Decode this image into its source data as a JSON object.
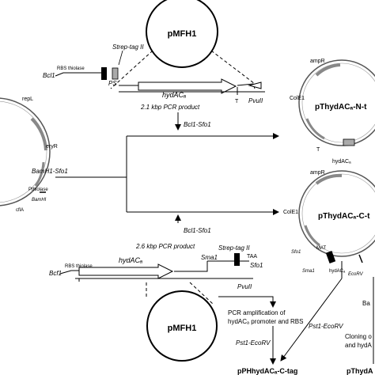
{
  "plasmids": {
    "pmfh1_top": "pMFH1",
    "pmfh1_bottom": "pMFH1",
    "n_tag": "pThydACₐ-N-t",
    "c_tag": "pThydACₐ-C-t"
  },
  "left_plasmid": {
    "repl": "repL",
    "eryr": "eryR",
    "pthiolase": "Pthiolase",
    "bamhi": "BamHI",
    "cfla": "cflA"
  },
  "top_construct": {
    "strep_tag": "Strep-tag II",
    "bcl1": "Bcl1",
    "rbs": "RBS thiolase",
    "ps": "PS",
    "gene": "hydACₐ",
    "t": "T",
    "pvuii": "PvuII",
    "pcr_product": "2.1 kbp PCR product",
    "digest": "Bcl1-Sfo1"
  },
  "middle": {
    "bamh1_sfo1": "BamH1-Sfo1",
    "digest": "Bcl1-Sfo1",
    "pcr_product": "2.6 kbp PCR product"
  },
  "bottom_construct": {
    "strep_tag": "Strep-tag II",
    "sma1": "Sma1",
    "taa": "TAA",
    "sfo1": "Sfo1",
    "bcf1": "Bcf1",
    "rbs": "RBS thiolase",
    "gene": "hydACₐ",
    "pvuii": "PvuII"
  },
  "n_tag_labels": {
    "ampr": "ampR",
    "cole1": "ColE1",
    "hydac": "hydACₐ",
    "t": "T"
  },
  "c_tag_labels": {
    "ampr": "ampR",
    "cole1": "ColE1",
    "sfo1": "Sfo1",
    "mat": "MAT",
    "sma1": "Sma1",
    "hydac": "hydACₐ",
    "ecorv": "EcoRV"
  },
  "steps": {
    "pcr_line1": "PCR amplification of",
    "pcr_line2": "hydACₐ promoter and RBS",
    "pst1_ecorv_mid": "Pst1-EcoRV",
    "pst1_ecorv_left": "Pst1-EcoRV",
    "cloning_line1": "Cloning o",
    "cloning_line2": "and hydA",
    "ba": "Ba",
    "final": "pPHhydACₐ-C-tag",
    "final_right": "pThydA"
  }
}
